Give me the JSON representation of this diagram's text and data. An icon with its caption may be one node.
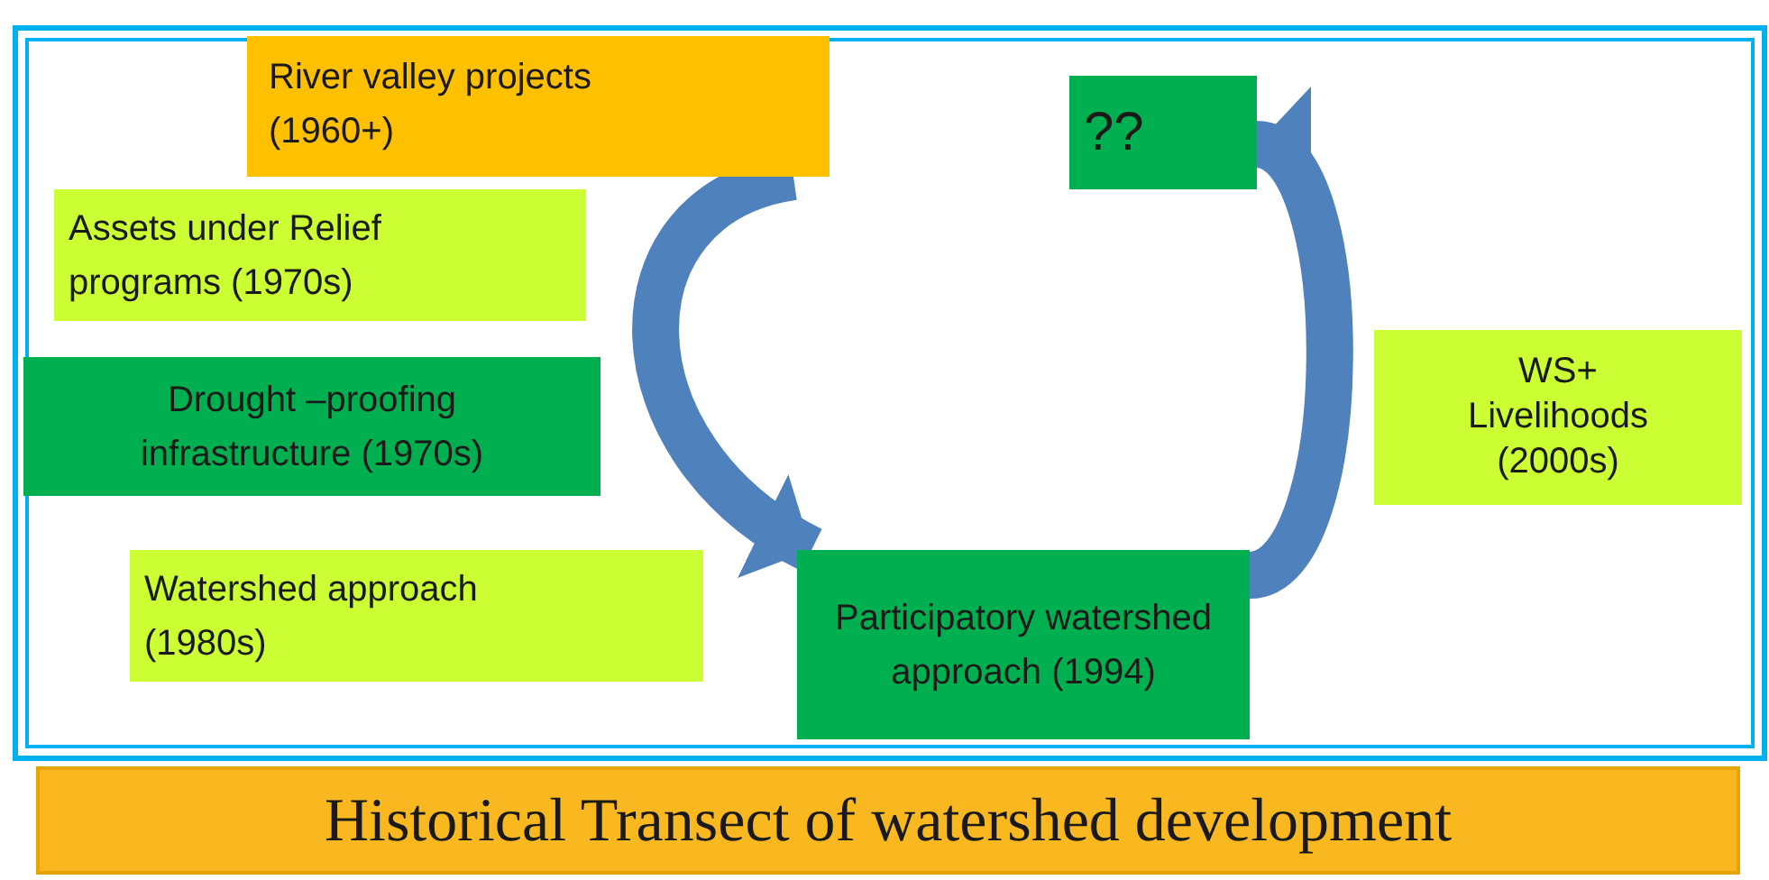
{
  "diagram": {
    "nodes": [
      {
        "text": [
          "River valley projects (1960+)"
        ]
      },
      {
        "text": [
          "Assets under Relief programs (1970s)"
        ]
      },
      {
        "text": [
          "Drought –proofing infrastructure (1970s)"
        ]
      },
      {
        "text": [
          "Watershed approach (1980s)"
        ]
      },
      {
        "text": [
          "Participatory watershed approach (1994)"
        ]
      },
      {
        "text": [
          "WS+ Livelihoods (2000s)"
        ]
      },
      {
        "text": [
          "??"
        ]
      },
      {
        "text": [
          "Historical Transect of watershed development"
        ]
      }
    ],
    "edges": [
      {
        "from": 0,
        "to": 4,
        "arrow": "to"
      },
      {
        "from": 4,
        "to": 6,
        "arrow": "to"
      }
    ]
  }
}
